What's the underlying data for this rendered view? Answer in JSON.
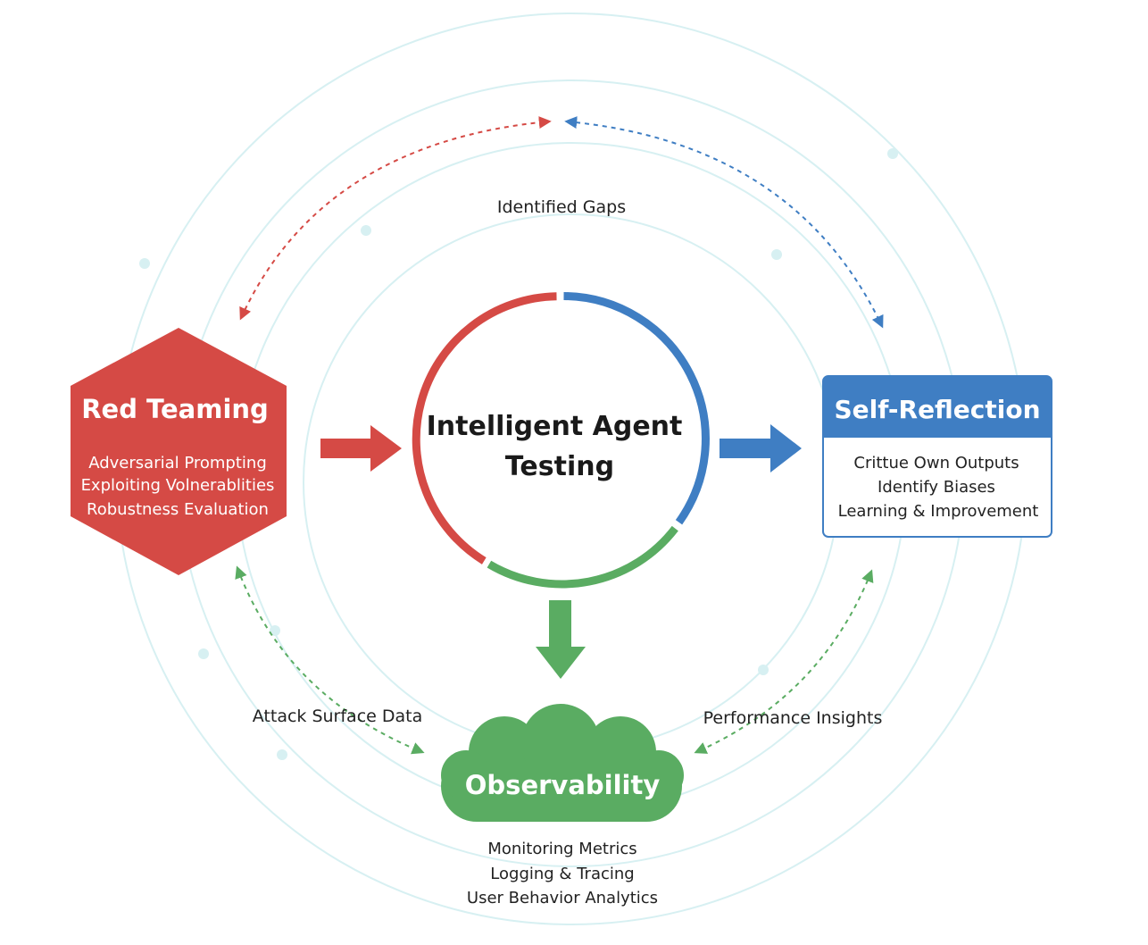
{
  "center": {
    "line1": "Intelligent Agent",
    "line2": "Testing"
  },
  "red_teaming": {
    "title": "Red Teaming",
    "items": [
      "Adversarial Prompting",
      "Exploiting Volnerablities",
      "Robustness Evaluation"
    ]
  },
  "self_reflection": {
    "title": "Self-Reflection",
    "items": [
      "Crittue Own Outputs",
      "Identify Biases",
      "Learning & Improvement"
    ]
  },
  "observability": {
    "title": "Observability",
    "items": [
      "Monitoring Metrics",
      "Logging & Tracing",
      "User Behavior Analytics"
    ]
  },
  "connectors": {
    "top": "Identified Gaps",
    "bottom_left": "Attack Surface Data",
    "bottom_right": "Performance Insights"
  },
  "colors": {
    "red": "#d54a45",
    "blue": "#3f7ec3",
    "green": "#5aac62",
    "ring_faint": "#d7f0f2"
  }
}
